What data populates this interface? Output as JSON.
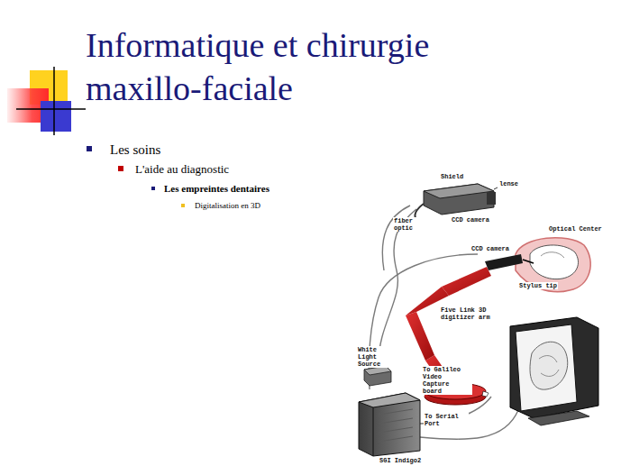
{
  "diagram": {
    "title": "Informatique et chirurgie maxillo-faciale",
    "labels": [
      "Les soins",
      "L'aide au diagnostic",
      "Les empreintes dentaires",
      "Digitalisation en 3D",
      "Shield",
      "lense",
      "fiber optic",
      "CCD camera",
      "CCD camera",
      "Optical Center",
      "Stylus tip",
      "Five Link 3D digitizer arm",
      "White Light Source",
      "To Galileo Video Capture board",
      "To Serial Port",
      "SGI Indigo2"
    ]
  }
}
